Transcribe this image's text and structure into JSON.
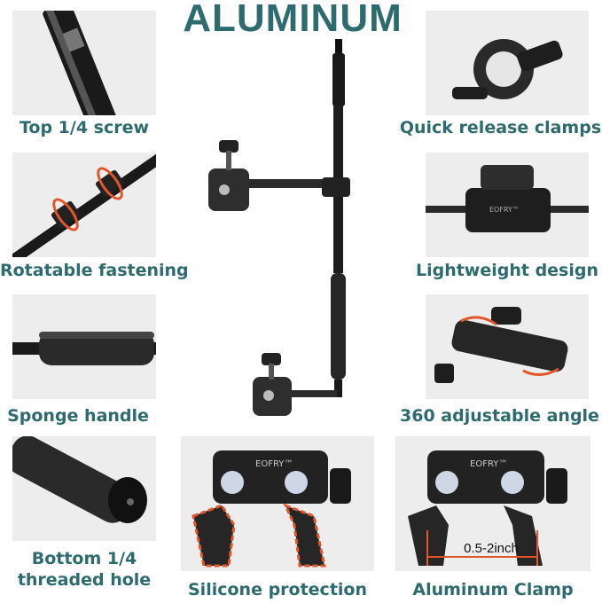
{
  "colors": {
    "caption": "#2e6b6e",
    "title": "#2e6b6e",
    "tile_bg": "#ededed",
    "accent_orange": "#e2552a"
  },
  "title": "ALUMINUM",
  "captions": {
    "top_screw": "Top 1/4 screw",
    "quick_release": "Quick release clamps",
    "rotatable": "Rotatable fastening",
    "lightweight": "Lightweight design",
    "sponge": "Sponge handle",
    "angle": "360 adjustable angle",
    "bottom_line1": "Bottom 1/4",
    "bottom_line2": "threaded hole",
    "silicone": "Silicone protection",
    "aluminum_clamp": "Aluminum Clamp"
  },
  "measure_label": "0.5-2inch",
  "brand_mark": "EOFRY™"
}
